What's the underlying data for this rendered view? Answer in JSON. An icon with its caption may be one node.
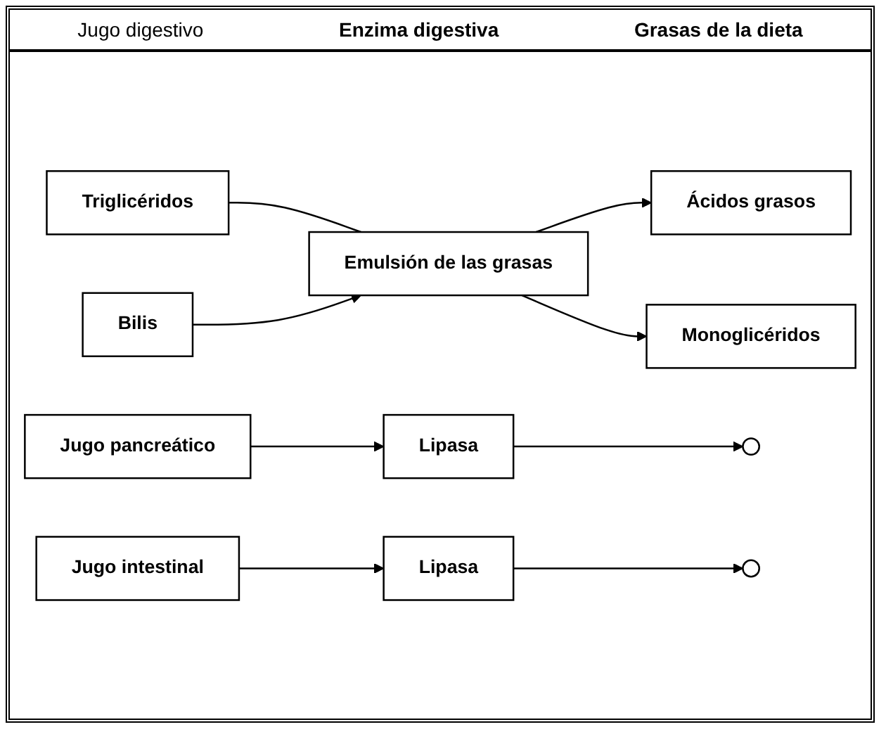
{
  "diagram": {
    "nodes": [
      {
        "text": [
          "Triglicéridos"
        ]
      },
      {
        "text": [
          "Bilis"
        ]
      },
      {
        "text": [
          "Emulsión de las grasas"
        ]
      },
      {
        "text": [
          "Jugo pancreático"
        ]
      },
      {
        "text": [
          "Lipasa"
        ]
      },
      {
        "text": [
          "Jugo intestinal"
        ]
      },
      {
        "text": [
          "Lipasa"
        ]
      },
      {
        "text": [
          "Ácidos grasos"
        ]
      },
      {
        "text": [
          "Monoglicéridos"
        ]
      }
    ],
    "edges": [
      {
        "from": 0,
        "to": 2,
        "arrow": "none"
      },
      {
        "from": 1,
        "to": 2,
        "arrow": "to"
      },
      {
        "from": 3,
        "to": 4,
        "arrow": "to"
      },
      {
        "from": 4,
        "to": null,
        "arrow": "to"
      },
      {
        "from": 5,
        "to": 6,
        "arrow": "to"
      },
      {
        "from": 6,
        "to": null,
        "arrow": "to"
      },
      {
        "from": 2,
        "to": 7,
        "arrow": "to"
      },
      {
        "from": 2,
        "to": 8,
        "arrow": "to"
      }
    ],
    "labels": [
      "Jugo digestivo",
      "Enzima digestiva",
      "Grasas de la dieta"
    ]
  }
}
